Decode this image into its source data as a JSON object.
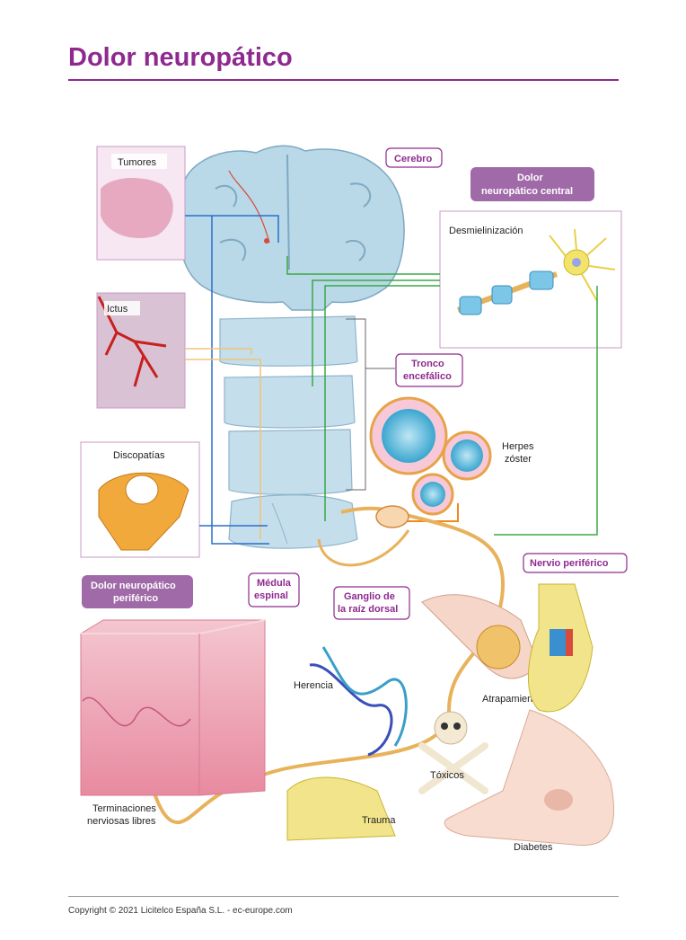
{
  "title": "Dolor neuropático",
  "footer": "Copyright © 2021 Licitelco España S.L. - ec-europe.com",
  "colors": {
    "accent": "#8e2a8f",
    "blue_line": "#2b6fc9",
    "green_line": "#3aa845",
    "orange_line": "#f08a1c",
    "nerve": "#e8b25a"
  },
  "labels": {
    "cerebro": "Cerebro",
    "central_1": "Dolor",
    "central_2": "neuropático central",
    "desmielinizacion": "Desmielinización",
    "tumores": "Tumores",
    "ictus": "Ictus",
    "tronco_1": "Tronco",
    "tronco_2": "encefálico",
    "herpes_1": "Herpes",
    "herpes_2": "zóster",
    "discopatias": "Discopatías",
    "periferico_1": "Dolor neuropático",
    "periferico_2": "periférico",
    "medula_1": "Médula",
    "medula_2": "espinal",
    "ganglio_1": "Ganglio de",
    "ganglio_2": "la raíz dorsal",
    "nervio": "Nervio periférico",
    "herencia": "Herencia",
    "atrapamiento": "Atrapamiento",
    "toxicos": "Tóxicos",
    "terminaciones_1": "Terminaciones",
    "terminaciones_2": "nerviosas libres",
    "trauma": "Trauma",
    "diabetes": "Diabetes"
  }
}
